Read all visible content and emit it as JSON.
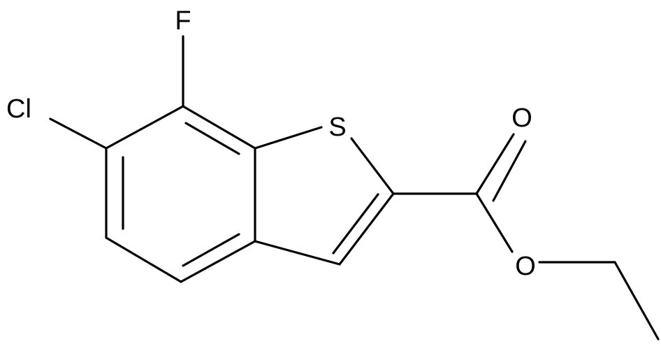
{
  "structure": {
    "atoms": {
      "F": "F",
      "Cl": "Cl",
      "S": "S",
      "O_carbonyl": "O",
      "O_ester": "O"
    }
  },
  "colors": {
    "bond": "#000000",
    "label": "#000000",
    "background": "#ffffff"
  }
}
